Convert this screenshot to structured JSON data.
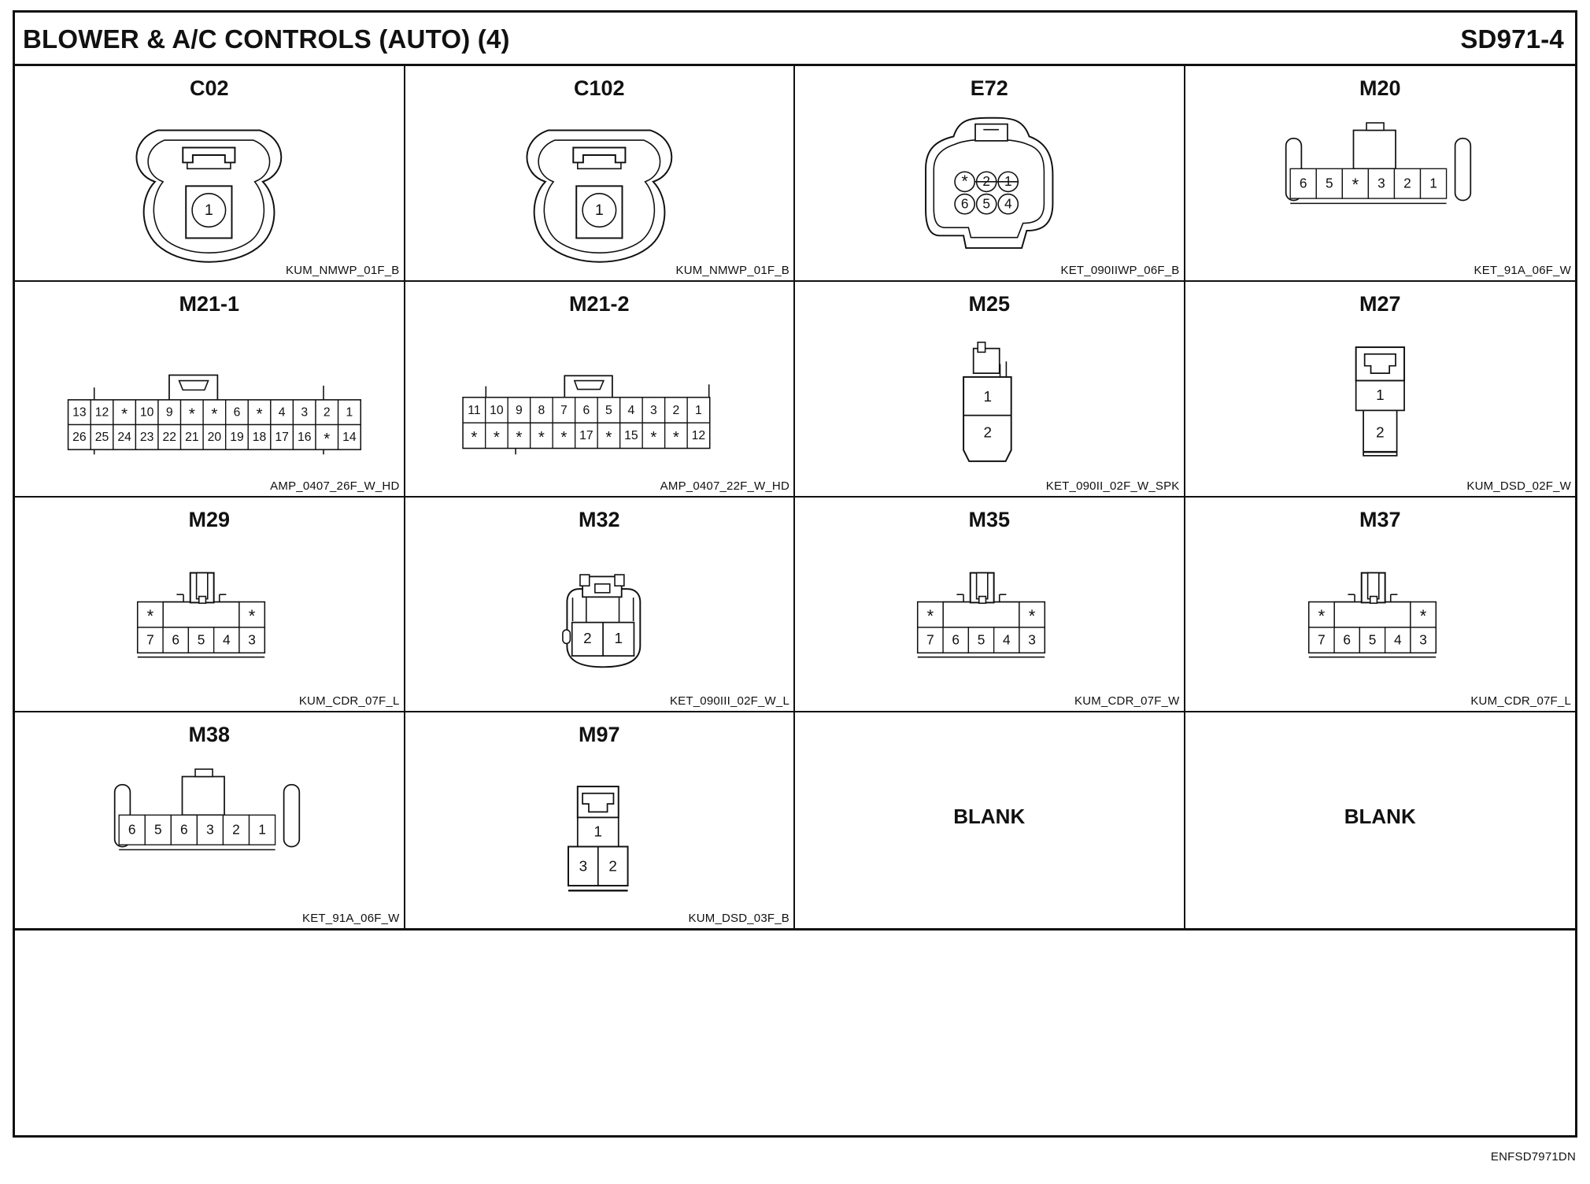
{
  "page": {
    "title": "BLOWER & A/C CONTROLS (AUTO) (4)",
    "code": "SD971-4",
    "footer": "ENFSD7971DN"
  },
  "connectors": [
    {
      "id": "C02",
      "part": "KUM_NMWP_01F_B",
      "shape": "round-1",
      "pins": [
        [
          "1"
        ]
      ]
    },
    {
      "id": "C102",
      "part": "KUM_NMWP_01F_B",
      "shape": "round-1",
      "pins": [
        [
          "1"
        ]
      ]
    },
    {
      "id": "E72",
      "part": "KET_090IIWP_06F_B",
      "shape": "e72-rounded-6",
      "pins": [
        [
          "*",
          "2",
          "1"
        ],
        [
          "6",
          "5",
          "4"
        ]
      ]
    },
    {
      "id": "M20",
      "part": "KET_91A_06F_W",
      "shape": "single-row-6",
      "pins": [
        [
          "6",
          "5",
          "*",
          "3",
          "2",
          "1"
        ]
      ]
    },
    {
      "id": "M21-1",
      "part": "AMP_0407_26F_W_HD",
      "shape": "two-row-26",
      "pins": [
        [
          "13",
          "12",
          "*",
          "10",
          "9",
          "*",
          "*",
          "6",
          "*",
          "4",
          "3",
          "2",
          "1"
        ],
        [
          "26",
          "25",
          "24",
          "23",
          "22",
          "21",
          "20",
          "19",
          "18",
          "17",
          "16",
          "*",
          "14"
        ]
      ]
    },
    {
      "id": "M21-2",
      "part": "AMP_0407_22F_W_HD",
      "shape": "two-row-22",
      "pins": [
        [
          "11",
          "10",
          "9",
          "8",
          "7",
          "6",
          "5",
          "4",
          "3",
          "2",
          "1"
        ],
        [
          "*",
          "*",
          "*",
          "*",
          "*",
          "17",
          "*",
          "15",
          "*",
          "*",
          "12"
        ]
      ]
    },
    {
      "id": "M25",
      "part": "KET_090II_02F_W_SPK",
      "shape": "vertical-2",
      "pins": [
        [
          "1"
        ],
        [
          "2"
        ]
      ]
    },
    {
      "id": "M27",
      "part": "KUM_DSD_02F_W",
      "shape": "narrow-vertical-2",
      "pins": [
        [
          "1"
        ],
        [
          "2"
        ]
      ]
    },
    {
      "id": "M29",
      "part": "KUM_CDR_07F_L",
      "shape": "two-row-7",
      "pins": [
        [
          "*",
          "",
          "",
          "*"
        ],
        [
          "7",
          "6",
          "5",
          "4",
          "3"
        ]
      ]
    },
    {
      "id": "M32",
      "part": "KET_090III_02F_W_L",
      "shape": "round-2",
      "pins": [
        [
          "2",
          "1"
        ]
      ]
    },
    {
      "id": "M35",
      "part": "KUM_CDR_07F_W",
      "shape": "two-row-7",
      "pins": [
        [
          "*",
          "",
          "",
          "*"
        ],
        [
          "7",
          "6",
          "5",
          "4",
          "3"
        ]
      ]
    },
    {
      "id": "M37",
      "part": "KUM_CDR_07F_L",
      "shape": "two-row-7",
      "pins": [
        [
          "*",
          "",
          "",
          "*"
        ],
        [
          "7",
          "6",
          "5",
          "4",
          "3"
        ]
      ]
    },
    {
      "id": "M38",
      "part": "KET_91A_06F_W",
      "shape": "single-row-6",
      "pins": [
        [
          "6",
          "5",
          "6",
          "3",
          "2",
          "1"
        ]
      ]
    },
    {
      "id": "M97",
      "part": "KUM_DSD_03F_B",
      "shape": "stack-3",
      "pins": [
        [
          "1"
        ],
        [
          "3",
          "2"
        ]
      ]
    },
    {
      "id": "",
      "part": "",
      "shape": "blank",
      "label": "BLANK",
      "pins": []
    },
    {
      "id": "",
      "part": "",
      "shape": "blank",
      "label": "BLANK",
      "pins": []
    }
  ]
}
